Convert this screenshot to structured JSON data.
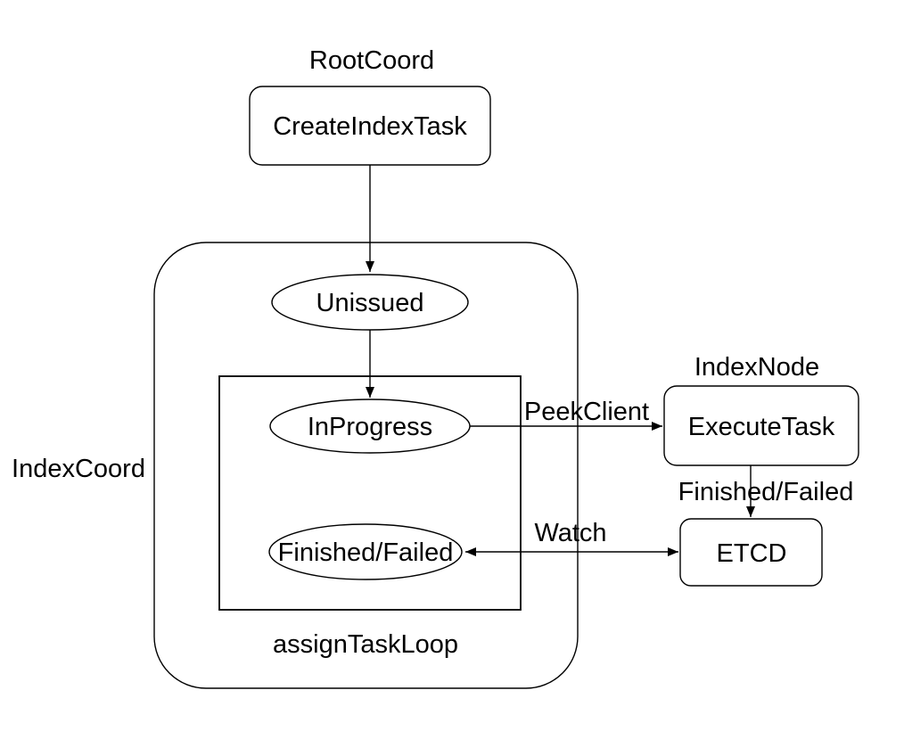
{
  "diagram": {
    "colors": {
      "background": "#ffffff",
      "stroke": "#000000",
      "text": "#000000",
      "node_fill": "#ffffff"
    },
    "group_labels": {
      "root_coord": "RootCoord",
      "index_coord": "IndexCoord",
      "index_node": "IndexNode",
      "assign_task_loop": "assignTaskLoop"
    },
    "nodes": {
      "create_index_task": "CreateIndexTask",
      "unissued": "Unissued",
      "in_progress": "InProgress",
      "finished_failed": "Finished/Failed",
      "execute_task": "ExecuteTask",
      "etcd": "ETCD"
    },
    "edge_labels": {
      "peek_client": "PeekClient",
      "finished_failed": "Finished/Failed",
      "watch": "Watch"
    }
  }
}
